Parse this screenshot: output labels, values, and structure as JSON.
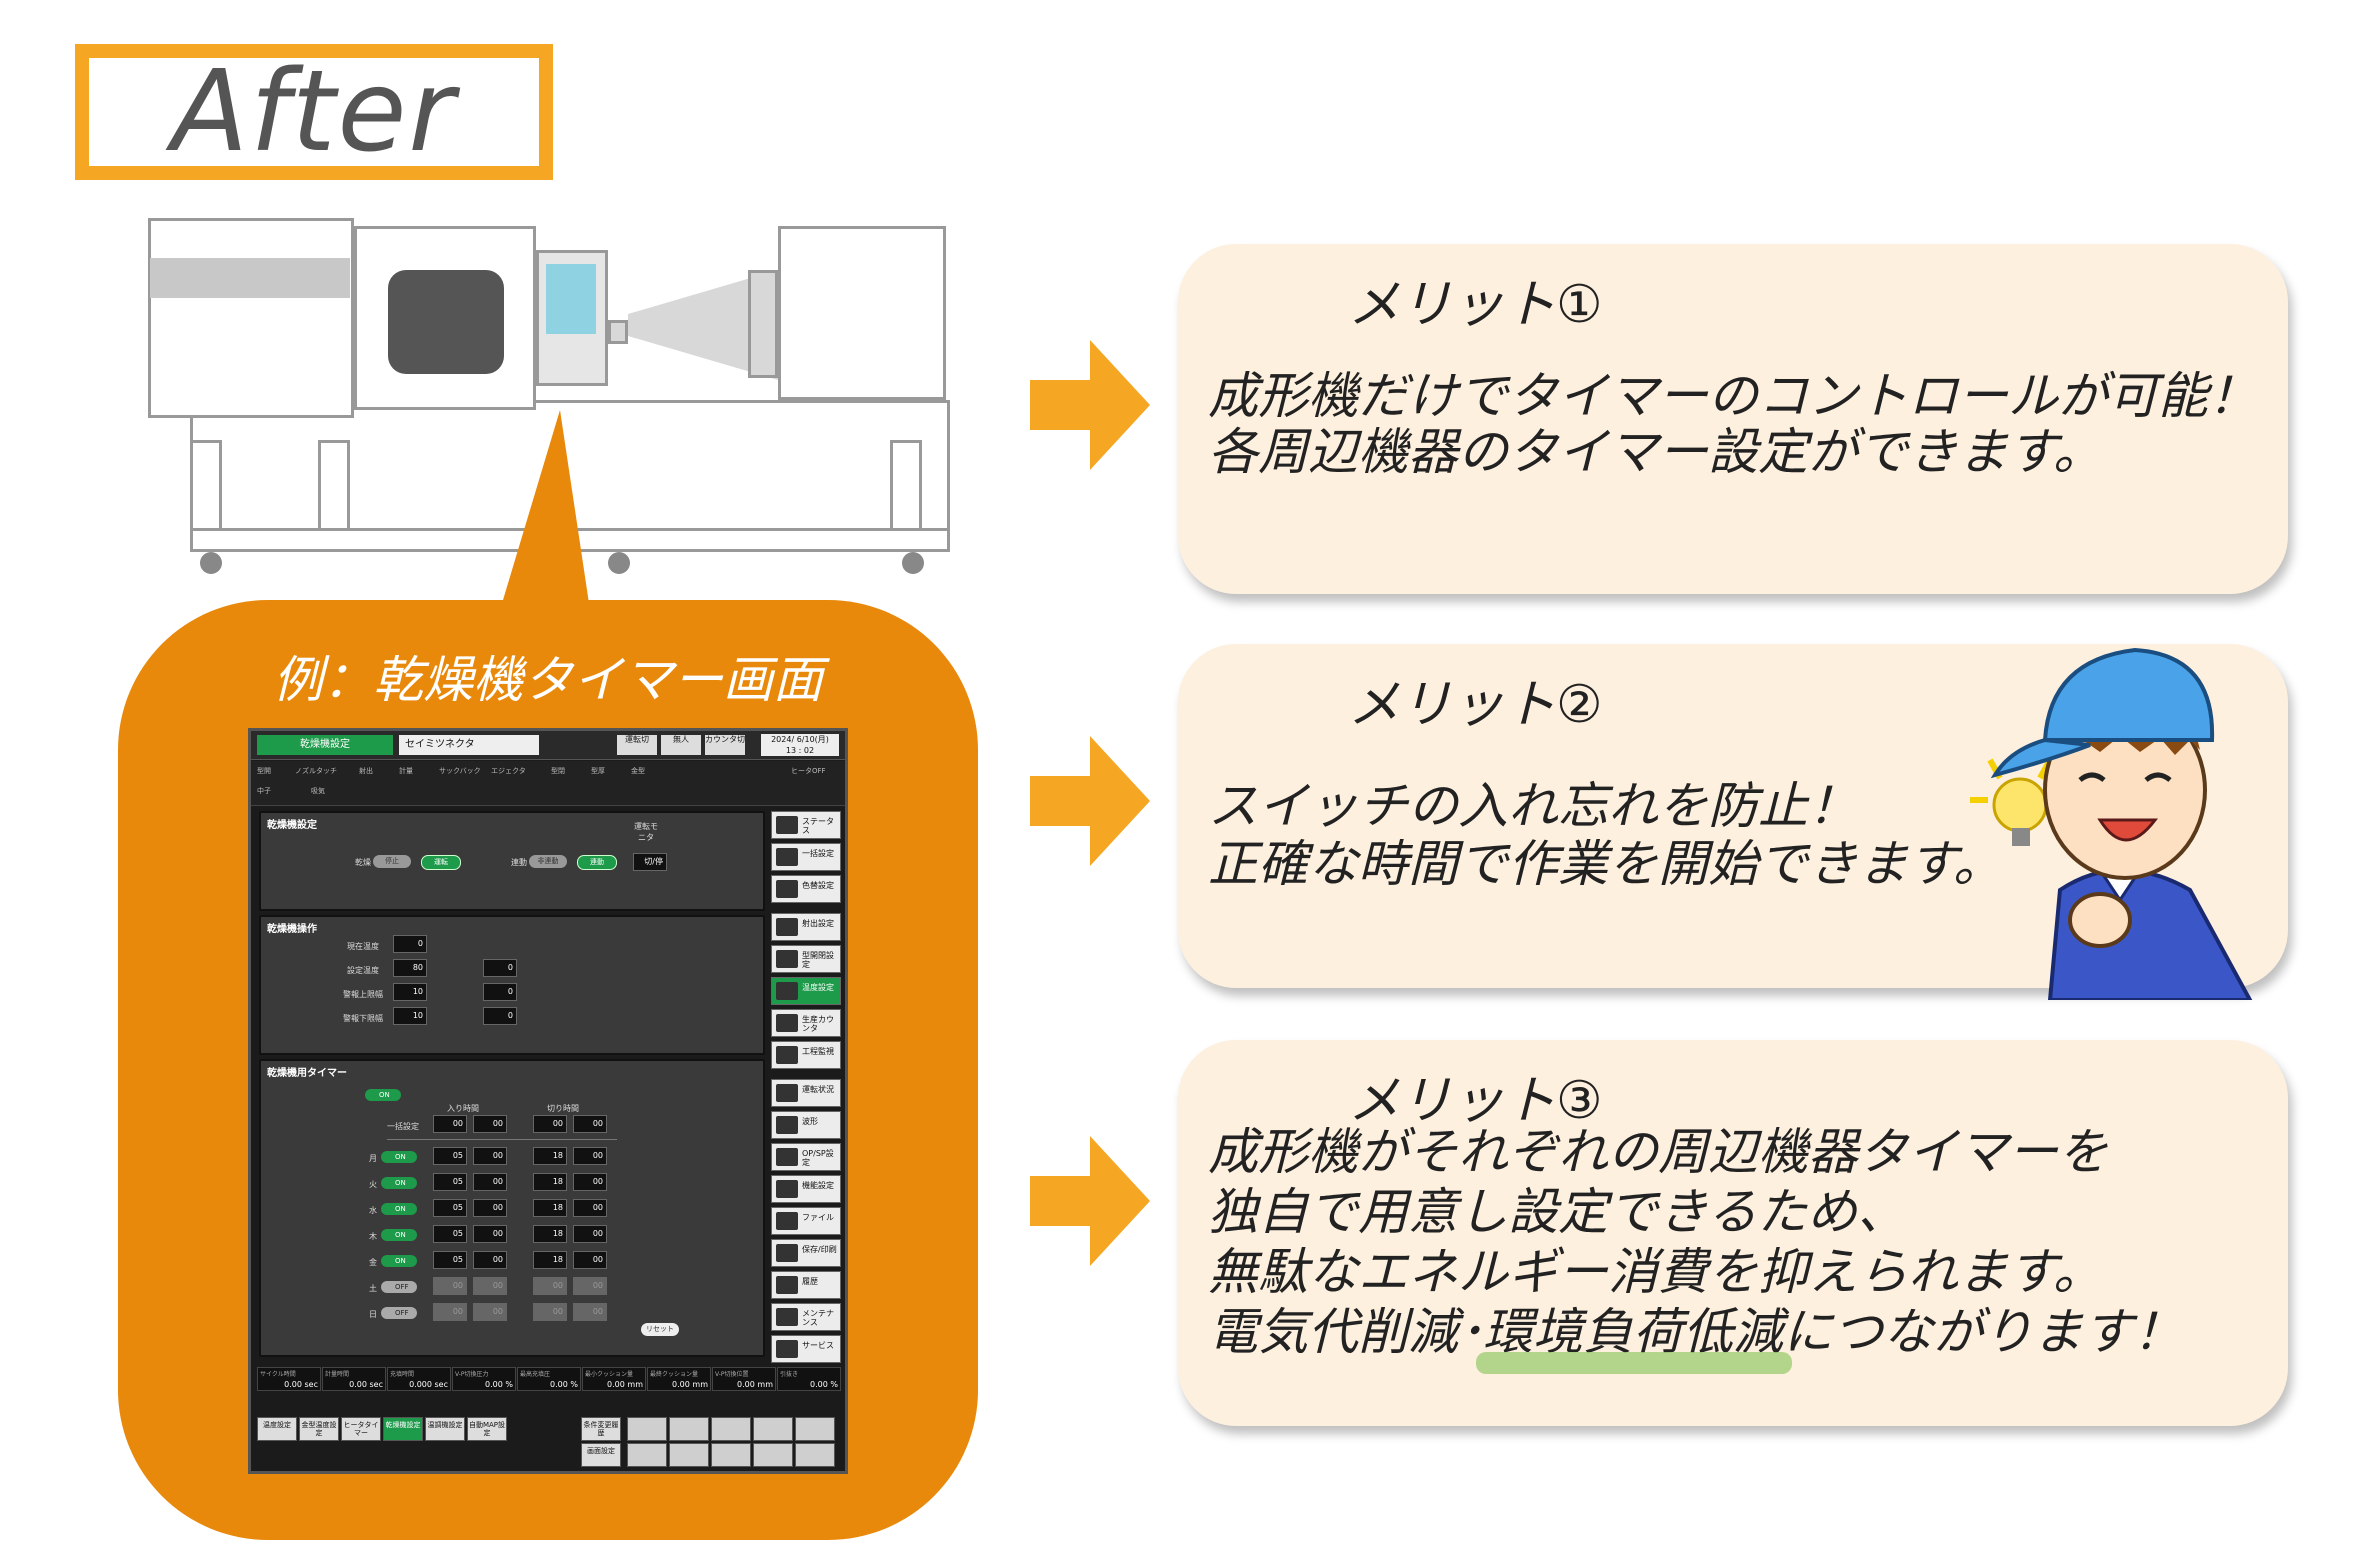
{
  "after_label": "After",
  "bubble_title": "例：乾燥機タイマー画面",
  "screen": {
    "active_tab": "乾燥機設定",
    "company": "セイミツネクタ",
    "top_boxes": [
      "運転切",
      "無人",
      "カウンタ切"
    ],
    "date": "2024/ 6/10(月)",
    "time": "13 : 02",
    "toolbar_items": [
      "型開",
      "ノズルタッチ",
      "射出",
      "計量",
      "サックバック",
      "エジェクタ",
      "型閉",
      "型厚",
      "金型",
      "中子",
      "吸気",
      "ヒータOFF"
    ],
    "panels": {
      "drier_setting": {
        "title": "乾燥機設定",
        "drying_label": "乾燥",
        "drying_stop": "停止",
        "drying_run": "運転",
        "linked_label": "連動",
        "linked_off": "非連動",
        "linked_on": "連動",
        "monitor_label": "運転モニタ",
        "monitor_value": "切/停"
      },
      "drier_operation": {
        "title": "乾燥機操作",
        "rows": [
          {
            "label": "現在温度",
            "value": "0",
            "unit": "℃",
            "value2": ""
          },
          {
            "label": "設定温度",
            "value": "80",
            "unit": "℃",
            "value2": "0"
          },
          {
            "label": "警報上限幅",
            "value": "10",
            "unit": "℃",
            "value2": "0"
          },
          {
            "label": "警報下限幅",
            "value": "10",
            "unit": "℃",
            "value2": "0"
          }
        ]
      },
      "timer": {
        "title": "乾燥機用タイマー",
        "master_toggle": "ON",
        "on_time_header": "入り時間",
        "off_time_header": "切り時間",
        "batch_label": "一括設定",
        "batch": [
          "00",
          "00",
          "00",
          "00"
        ],
        "days": [
          {
            "day": "月",
            "state": "ON",
            "on_h": "05",
            "on_m": "00",
            "off_h": "18",
            "off_m": "00"
          },
          {
            "day": "火",
            "state": "ON",
            "on_h": "05",
            "on_m": "00",
            "off_h": "18",
            "off_m": "00"
          },
          {
            "day": "水",
            "state": "ON",
            "on_h": "05",
            "on_m": "00",
            "off_h": "18",
            "off_m": "00"
          },
          {
            "day": "木",
            "state": "ON",
            "on_h": "05",
            "on_m": "00",
            "off_h": "18",
            "off_m": "00"
          },
          {
            "day": "金",
            "state": "ON",
            "on_h": "05",
            "on_m": "00",
            "off_h": "18",
            "off_m": "00"
          },
          {
            "day": "土",
            "state": "OFF",
            "on_h": "00",
            "on_m": "00",
            "off_h": "00",
            "off_m": "00"
          },
          {
            "day": "日",
            "state": "OFF",
            "on_h": "00",
            "on_m": "00",
            "off_h": "00",
            "off_m": "00"
          }
        ],
        "reset": "リセット"
      }
    },
    "side_buttons": [
      "ステータス",
      "一括設定",
      "色替設定",
      "射出設定",
      "型開閉設定",
      "温度設定",
      "生産カウンタ",
      "工程監視",
      "運転状況",
      "波形",
      "OP/SP設定",
      "機能設定",
      "ファイル",
      "保存/印刷",
      "履歴",
      "メンテナンス",
      "サービス"
    ],
    "stats": [
      {
        "label": "サイクル時間",
        "value": "0.00 sec"
      },
      {
        "label": "計量時間",
        "value": "0.00 sec"
      },
      {
        "label": "充填時間",
        "value": "0.000 sec"
      },
      {
        "label": "V-P切換圧力",
        "value": "0.00 %"
      },
      {
        "label": "最高充填圧",
        "value": "0.00 %"
      },
      {
        "label": "最小クッション量",
        "value": "0.00 mm"
      },
      {
        "label": "最終クッション量",
        "value": "0.00 mm"
      },
      {
        "label": "V-P切換位置",
        "value": "0.00 mm"
      },
      {
        "label": "引抜き",
        "value": "0.00 %"
      }
    ],
    "bottom_buttons": [
      "温度設定",
      "金型温度設定",
      "ヒータタイマー",
      "乾燥機設定",
      "温調機設定",
      "自動MAP設定",
      "条件変更履歴",
      "画面設定"
    ]
  },
  "merits": [
    {
      "title": "メリット①",
      "lines": [
        "成形機だけでタイマーのコントロールが可能！",
        "各周辺機器のタイマー設定ができます。"
      ]
    },
    {
      "title": "メリット②",
      "lines": [
        "スイッチの入れ忘れを防止！",
        "正確な時間で作業を開始できます。"
      ]
    },
    {
      "title": "メリット③",
      "lines": [
        "成形機がそれぞれの周辺機器タイマーを",
        "独自で用意し設定できるため、",
        "無駄なエネルギー消費を抑えられます。",
        "電気代削減･環境負荷低減につながります！"
      ]
    }
  ],
  "colors": {
    "accent_orange": "#e8890b",
    "arrow_orange": "#f5a623",
    "card_bg": "#fdf0df",
    "screen_green": "#1e9a4b"
  }
}
